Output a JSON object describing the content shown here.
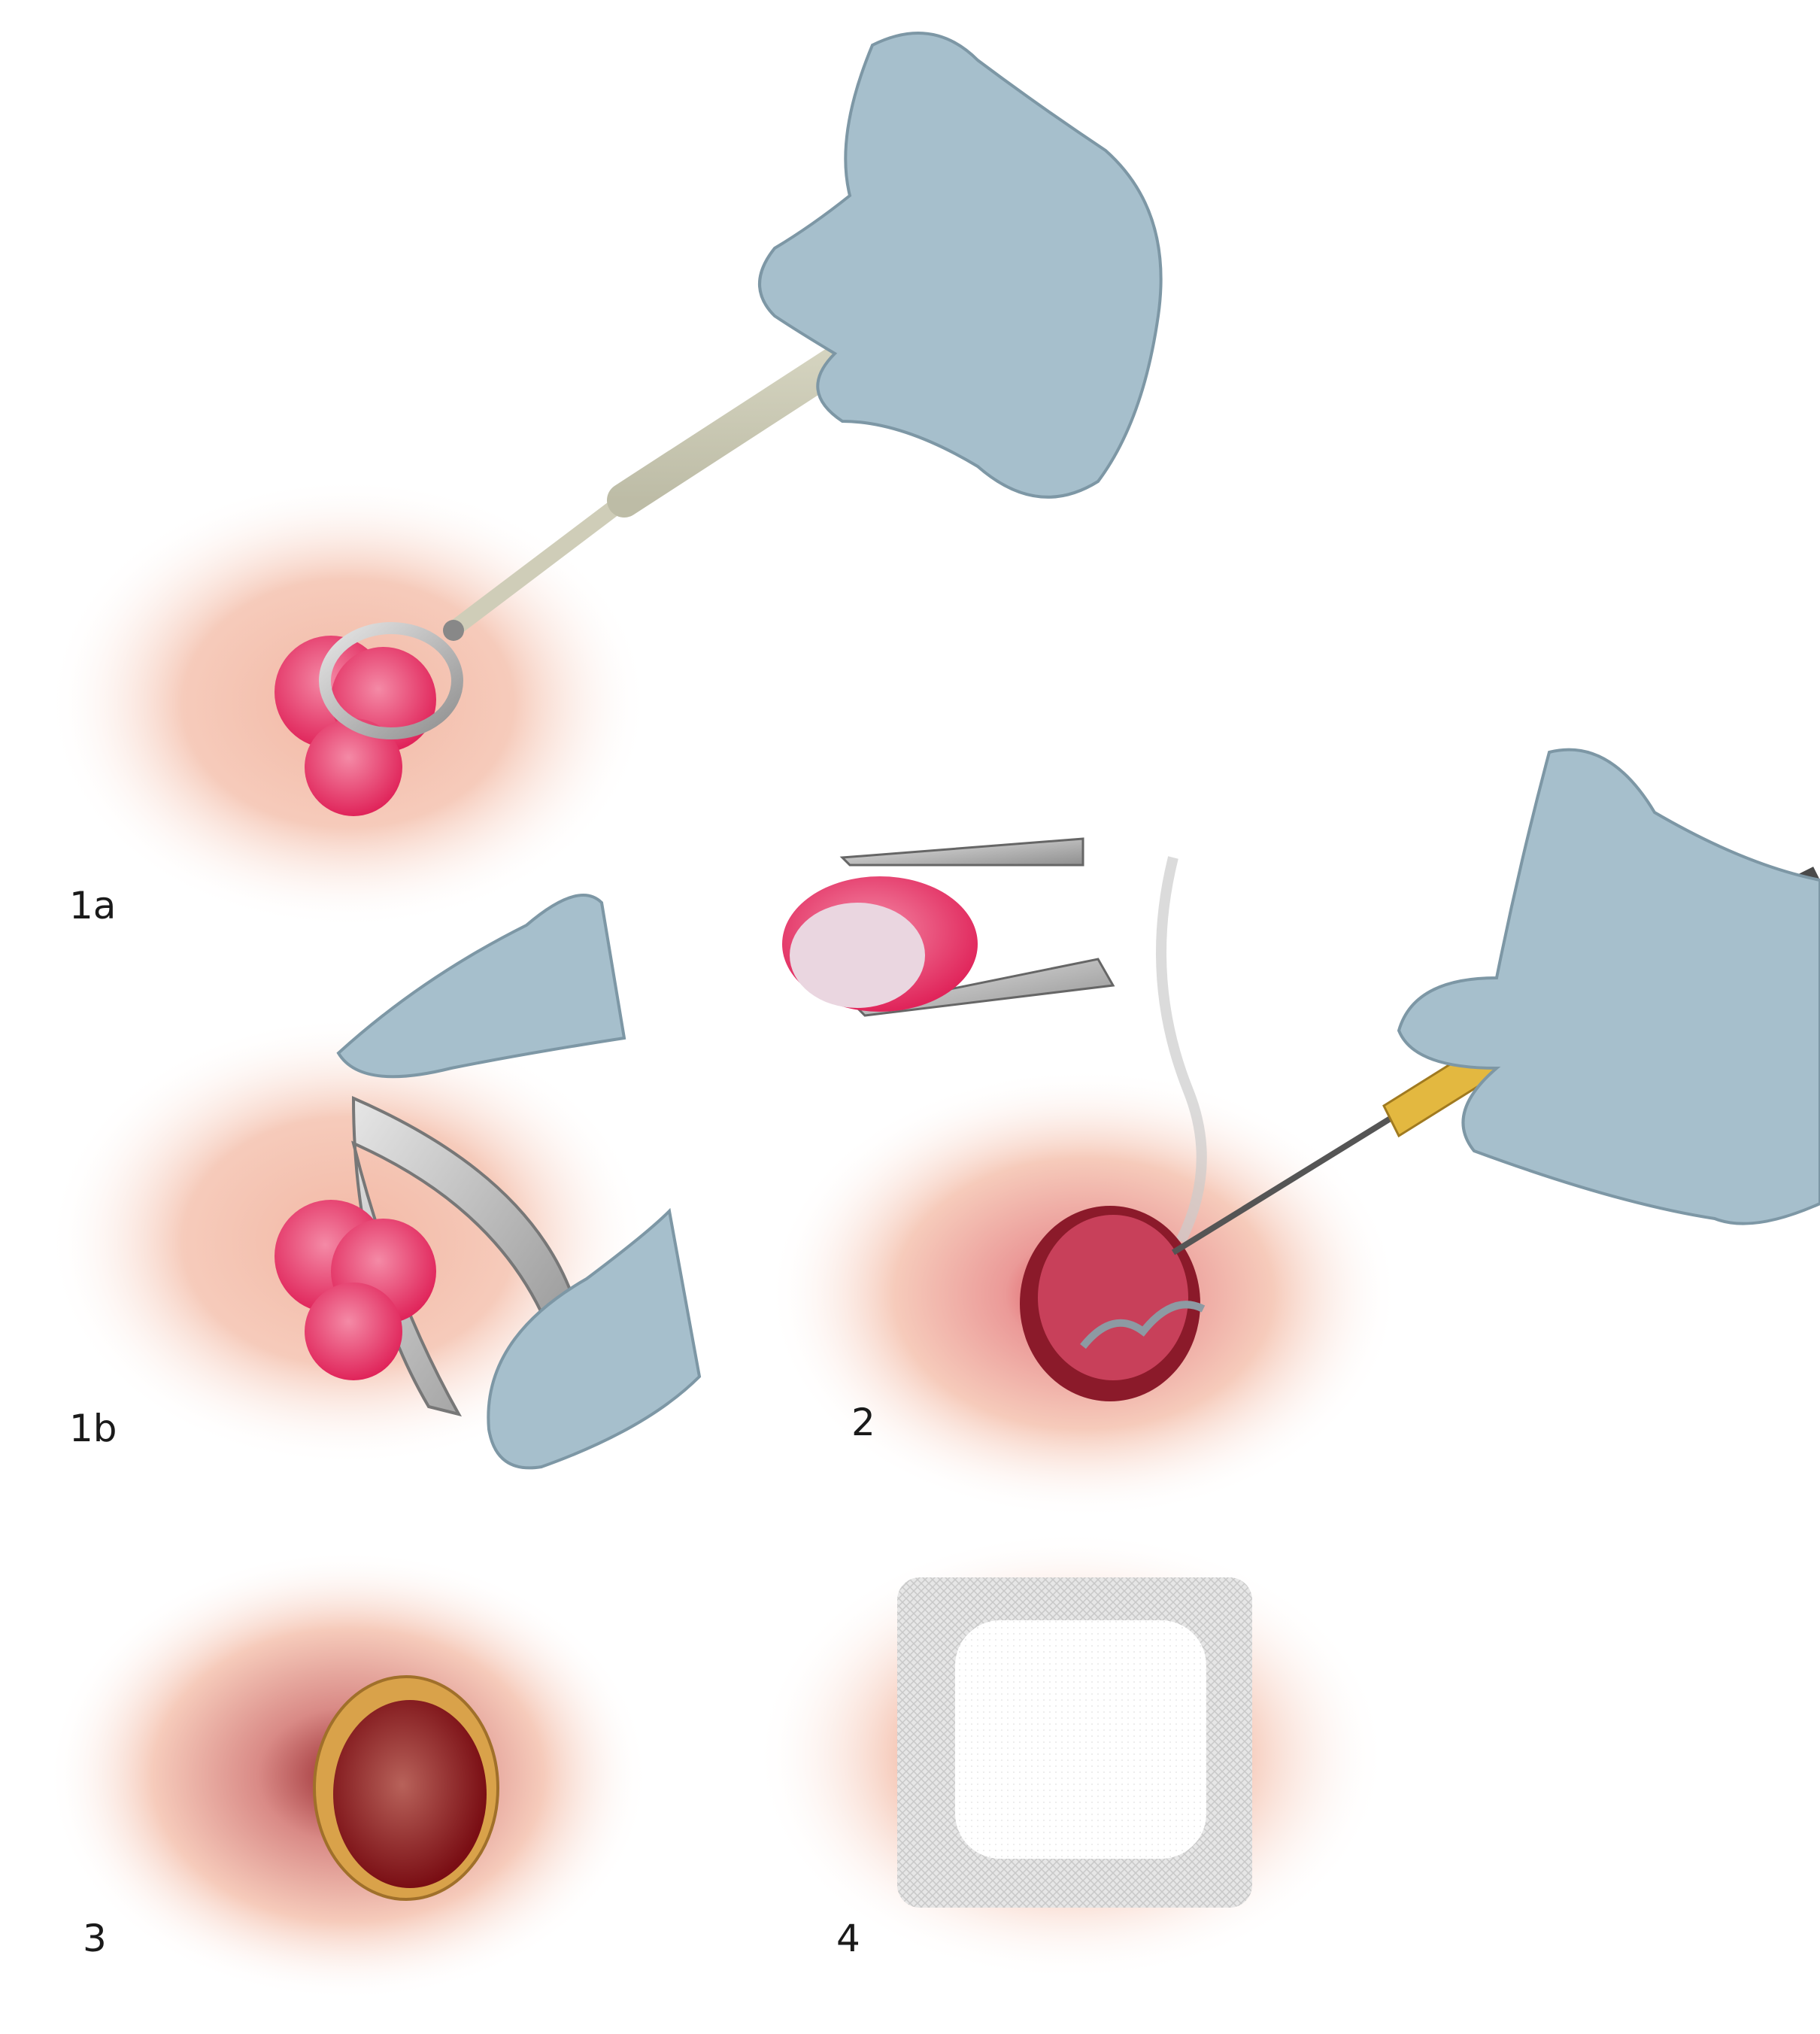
{
  "panels": [
    {
      "id": "1a",
      "label": "1a"
    },
    {
      "id": "1b",
      "label": "1b"
    },
    {
      "id": "2",
      "label": "2"
    },
    {
      "id": "3",
      "label": "3"
    },
    {
      "id": "4",
      "label": "4"
    }
  ],
  "colors": {
    "skin": "#f4c3b2",
    "lesion": "#e8406e",
    "glove": "#a6bfcc",
    "wound": "#8b1a1a",
    "crust": "#d9a24a",
    "dressing": "#e3e3e3"
  }
}
